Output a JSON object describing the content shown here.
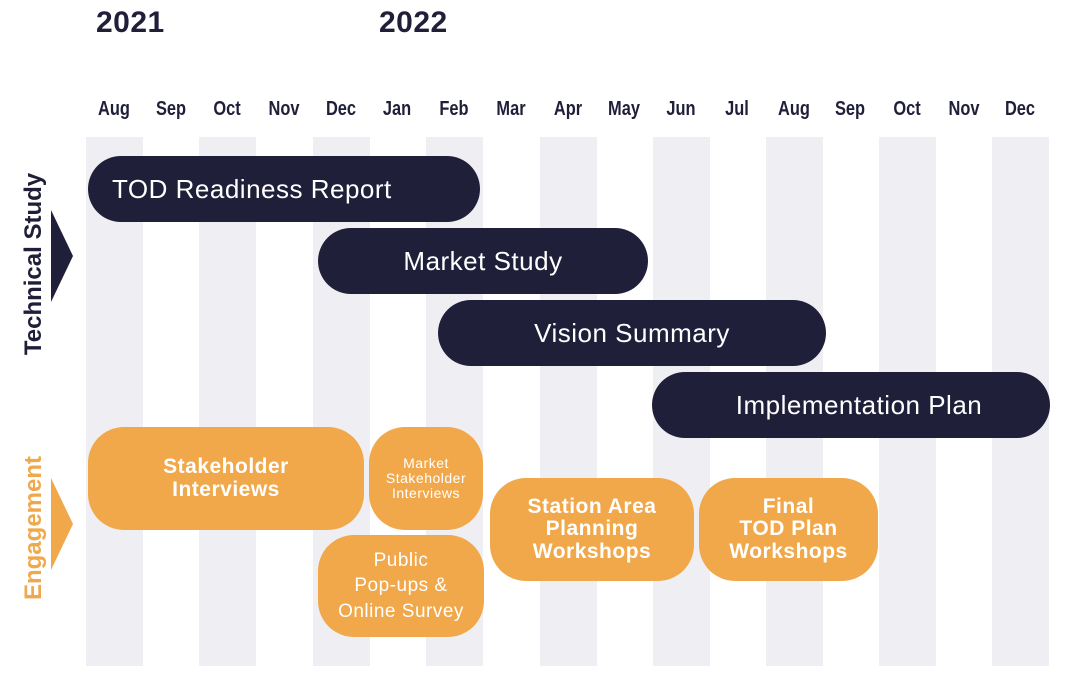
{
  "years": [
    "2021",
    "2022"
  ],
  "months": [
    "Aug",
    "Sep",
    "Oct",
    "Nov",
    "Dec",
    "Jan",
    "Feb",
    "Mar",
    "Apr",
    "May",
    "Jun",
    "Jul",
    "Aug",
    "Sep",
    "Oct",
    "Nov",
    "Dec"
  ],
  "rows": {
    "technical": "Technical Study",
    "engagement": "Engagement"
  },
  "technical_bars": [
    "TOD Readiness Report",
    "Market Study",
    "Vision Summary",
    "Implementation Plan"
  ],
  "engagement_bars": [
    "Stakeholder\nInterviews",
    "Market\nStakeholder\nInterviews",
    "Public\nPop-ups &\nOnline Survey",
    "Station Area\nPlanning\nWorkshops",
    "Final\nTOD Plan\nWorkshops"
  ],
  "colors": {
    "navy": "#1f1f3a",
    "orange": "#f0a84a",
    "stripe": "#efeff3"
  }
}
